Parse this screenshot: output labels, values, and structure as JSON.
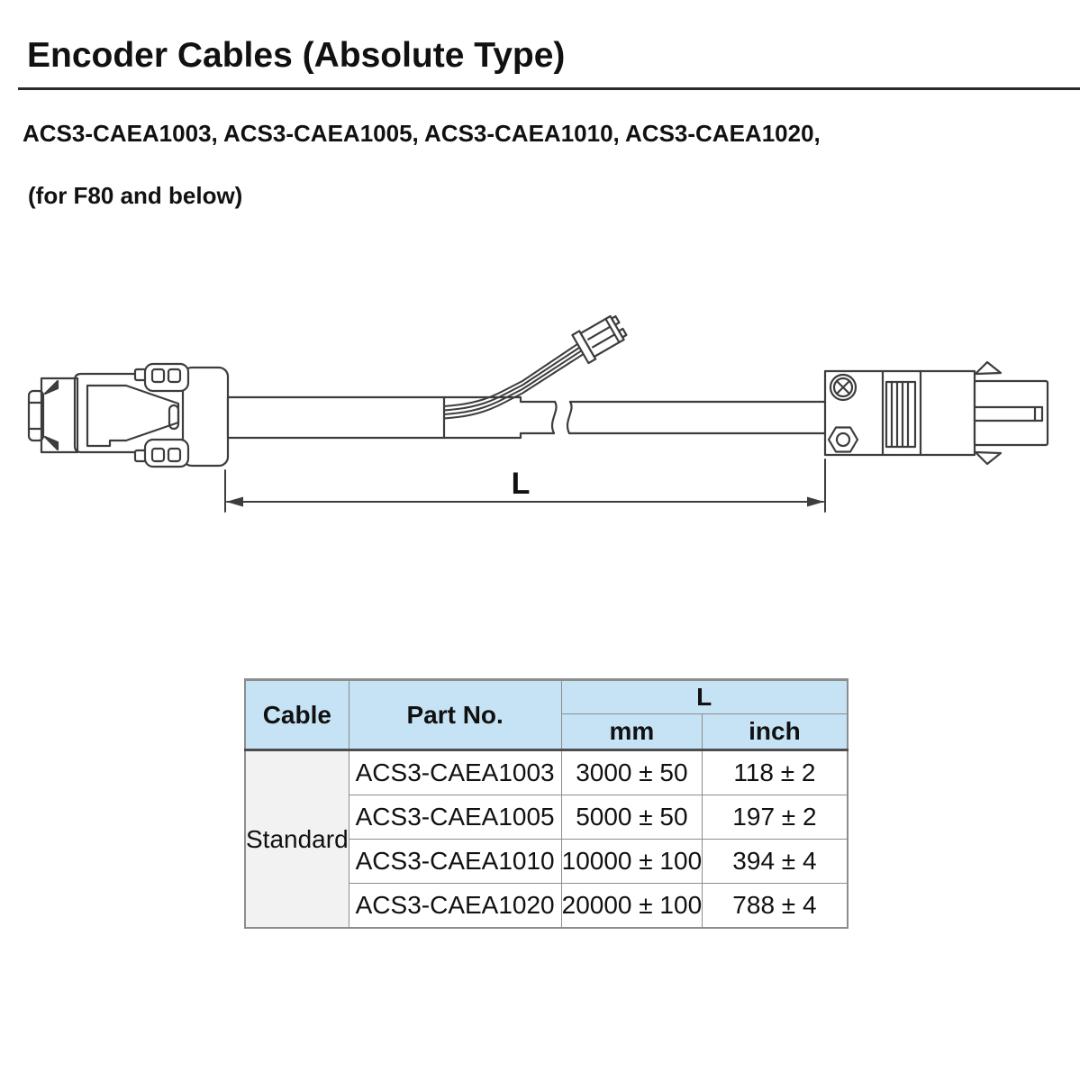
{
  "page": {
    "title": "Encoder Cables (Absolute Type)",
    "subtitle1": "ACS3-CAEA1003, ACS3-CAEA1005, ACS3-CAEA1010, ACS3-CAEA1020,",
    "subtitle2": "(for F80 and below)"
  },
  "drawing": {
    "dimension_label": "L"
  },
  "table": {
    "headers": {
      "cable": "Cable",
      "part_no": "Part No.",
      "l": "L",
      "mm": "mm",
      "inch": "inch"
    },
    "cable_type": "Standard",
    "rows": [
      {
        "part_no": "ACS3-CAEA1003",
        "mm": "3000 ± 50",
        "inch": "118 ± 2"
      },
      {
        "part_no": "ACS3-CAEA1005",
        "mm": "5000 ± 50",
        "inch": "197 ± 2"
      },
      {
        "part_no": "ACS3-CAEA1010",
        "mm": "10000 ± 100",
        "inch": "394 ± 4"
      },
      {
        "part_no": "ACS3-CAEA1020",
        "mm": "20000 ± 100",
        "inch": "788 ± 4"
      }
    ],
    "colors": {
      "header_bg": "#c6e3f5",
      "row_label_bg": "#f2f2f2",
      "border_gray": "#8c8c8c",
      "border_dark": "#4d4d4d",
      "line_art": "#3d3d3d"
    }
  }
}
